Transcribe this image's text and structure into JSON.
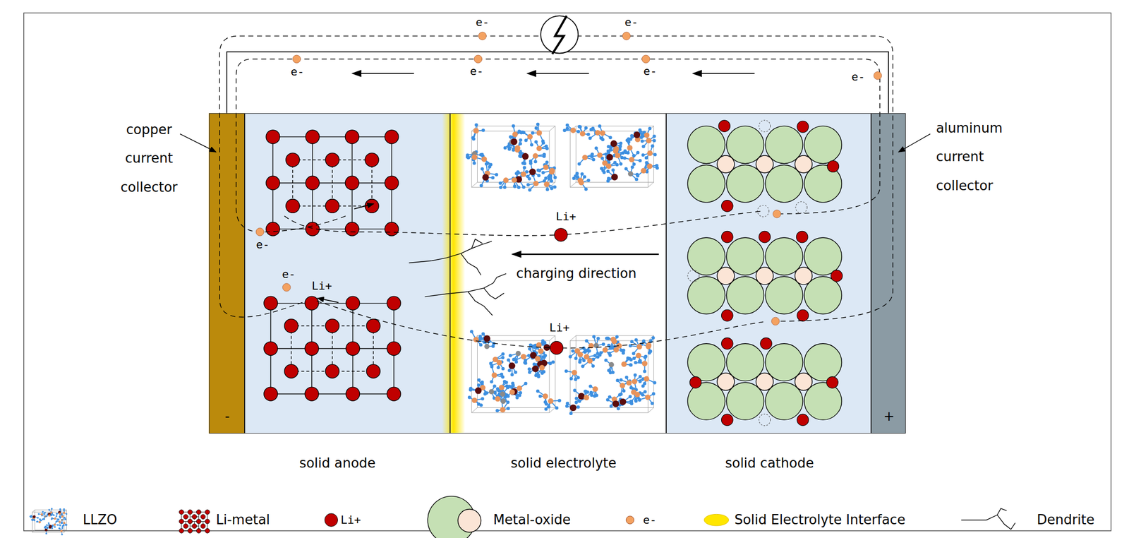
{
  "diagram": {
    "nodes": [
      {
        "text": [
          "-"
        ]
      },
      {
        "text": [
          "solid anode"
        ]
      },
      {
        "text": [
          "solid electrolyte"
        ]
      },
      {
        "text": [
          "solid cathode"
        ]
      },
      {
        "text": [
          "+"
        ]
      }
    ],
    "edges": [
      {
        "from": 0,
        "to": 4,
        "arrow": "none"
      }
    ],
    "labels": [
      "copper current collector",
      "aluminum current collector",
      "charging direction",
      "Li+",
      "Li+",
      "Li+",
      "e-",
      "e-",
      "e-",
      "e-",
      "e-",
      "e-",
      "e-",
      "e-"
    ],
    "legend": [
      {
        "text": "LLZO"
      },
      {
        "text": "Li-metal"
      },
      {
        "text": "Li+",
        "color": "#c00000"
      },
      {
        "text": "Metal-oxide"
      },
      {
        "text": "e-",
        "color": "#f4a261"
      },
      {
        "text": "Solid Electrolyte Interface",
        "color": "#ffe600"
      },
      {
        "text": "Dendrite"
      }
    ]
  }
}
